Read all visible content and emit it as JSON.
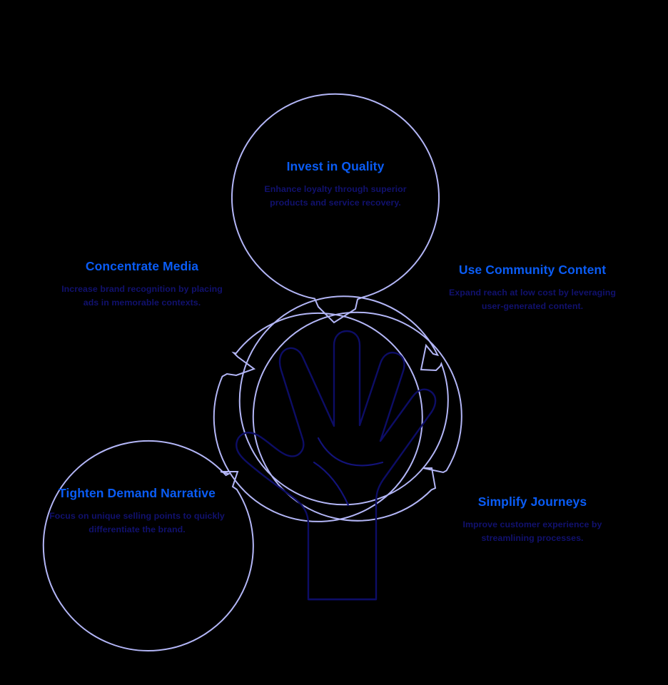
{
  "diagram": {
    "type": "hub-and-spoke-speech-bubbles",
    "background_color": "#000000",
    "bubble_stroke_color": "#b3b6f7",
    "title_color": "#0a5cf5",
    "body_color": "#11116e",
    "hand_stroke_color": "#0d0d66",
    "center_icon": "open-hand-five-fingers-icon"
  },
  "bubbles": [
    {
      "id": "top",
      "title": "Invest in Quality",
      "body": "Enhance loyalty through superior products and service recovery.",
      "tail_direction": "down"
    },
    {
      "id": "left",
      "title": "Concentrate Media",
      "body": "Increase brand recognition by placing ads in memorable contexts.",
      "tail_direction": "down-right"
    },
    {
      "id": "right",
      "title": "Use Community Content",
      "body": "Expand reach at low cost by leveraging user-generated content.",
      "tail_direction": "down-left"
    },
    {
      "id": "bottom-left",
      "title": "Tighten Demand Narrative",
      "body": "Focus on unique selling points to quickly differentiate the brand.",
      "tail_direction": "up-right"
    },
    {
      "id": "bottom-right",
      "title": "Simplify Journeys",
      "body": "Improve customer experience by streamlining processes.",
      "tail_direction": "up-left"
    }
  ]
}
